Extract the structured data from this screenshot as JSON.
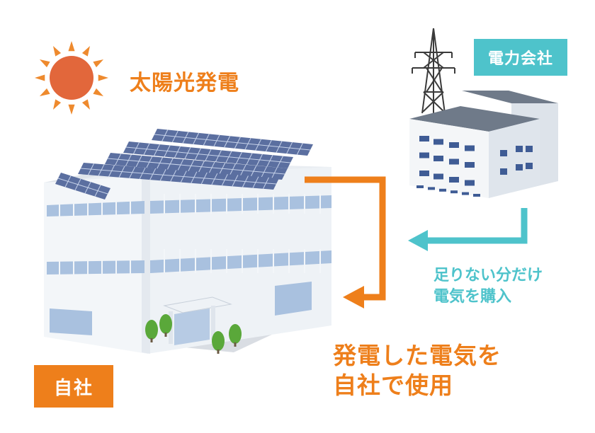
{
  "labels": {
    "solar": "太陽光発電",
    "power_company": "電力会社",
    "own_company": "自社",
    "purchase_line_1": "足りない分だけ",
    "purchase_line_2": "電気を購入",
    "self_use_line_1": "発電した電気を",
    "self_use_line_2": "自社で使用"
  },
  "colors": {
    "orange": "#ee7f1b",
    "teal": "#4ec3cb",
    "sun": "#e2673b",
    "building": "#f2f5f8",
    "window": "#a9c1df",
    "solar_panel": "#5b6fa0"
  },
  "icons": {
    "sun": "sun-icon",
    "tower": "transmission-tower-icon",
    "factory": "factory-building-icon",
    "office": "office-building-icon"
  }
}
